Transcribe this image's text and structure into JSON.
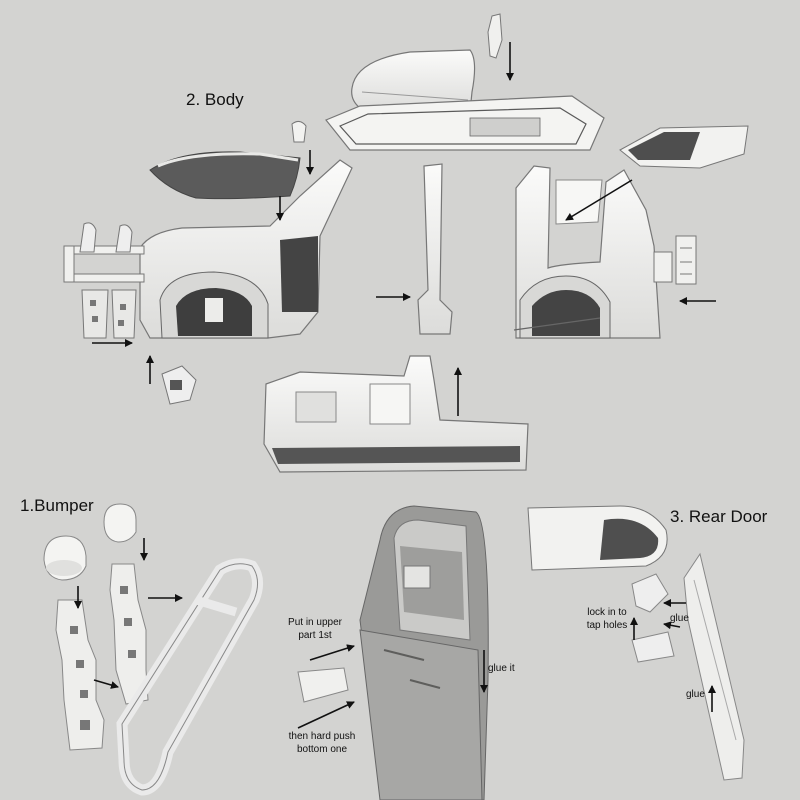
{
  "sections": {
    "body": "2. Body",
    "bumper": "1.Bumper",
    "rear_door": "3. Rear Door"
  },
  "notes": {
    "put_in_upper": "Put in upper part 1st",
    "glue_it": "glue it",
    "hard_push": "then hard push bottom one",
    "lock_in": "lock in to tap holes",
    "glue_1": "glue",
    "glue_2": "glue"
  },
  "colors": {
    "background": "#d3d3d1",
    "part_fill": "#f2f2f0",
    "part_stroke": "#6e6e6e",
    "part_dark": "#4a4a4a",
    "arrow": "#111111"
  }
}
